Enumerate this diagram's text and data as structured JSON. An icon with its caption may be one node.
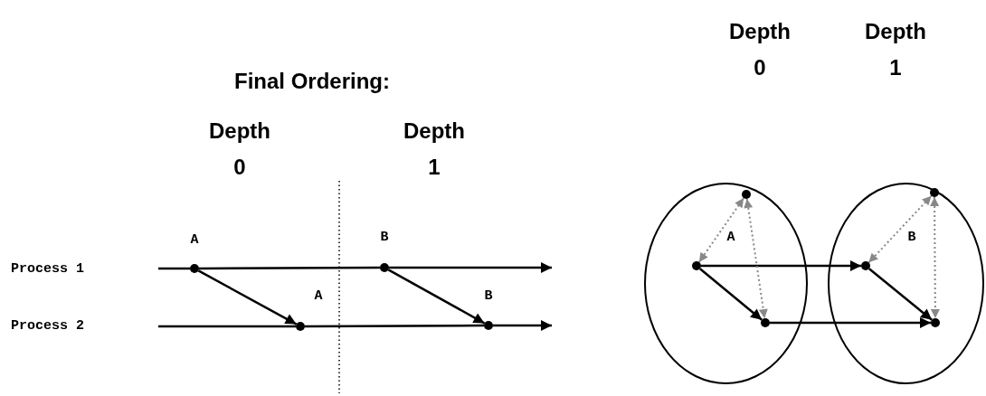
{
  "diagram": {
    "nodes": [
      {
        "text": [],
        "shape": "circle",
        "beside": [
          "A"
        ]
      },
      {
        "text": [],
        "shape": "circle",
        "beside": [
          "B"
        ]
      },
      {
        "text": [],
        "shape": "circle",
        "beside": [
          "A"
        ]
      },
      {
        "text": [],
        "shape": "circle",
        "beside": [
          "B"
        ]
      },
      {
        "text": [
          "A"
        ]
      },
      {
        "text": [
          "B"
        ]
      },
      {
        "text": [],
        "shape": "circle",
        "in": 4
      },
      {
        "text": [],
        "shape": "circle",
        "in": 4
      },
      {
        "text": [],
        "shape": "circle",
        "in": 4
      },
      {
        "text": [],
        "shape": "circle",
        "in": 5
      },
      {
        "text": [],
        "shape": "circle",
        "in": 5
      },
      {
        "text": [],
        "shape": "circle",
        "in": 5
      }
    ],
    "edges": [
      {
        "from": null,
        "to": 0,
        "arrow": "none"
      },
      {
        "from": 0,
        "to": 1,
        "arrow": "none"
      },
      {
        "from": 1,
        "to": null,
        "arrow": "to"
      },
      {
        "from": null,
        "to": 2,
        "arrow": "none"
      },
      {
        "from": 2,
        "to": 3,
        "arrow": "none"
      },
      {
        "from": 3,
        "to": null,
        "arrow": "to"
      },
      {
        "from": 0,
        "to": 2,
        "arrow": "to"
      },
      {
        "from": 1,
        "to": 3,
        "arrow": "to"
      },
      {
        "from": 6,
        "to": 9,
        "arrow": "to"
      },
      {
        "from": 6,
        "to": 8,
        "arrow": "to"
      },
      {
        "from": 8,
        "to": 11,
        "arrow": "to"
      },
      {
        "from": 9,
        "to": 11,
        "arrow": "to"
      },
      {
        "from": 6,
        "to": 7,
        "arrow": "both",
        "style": "dashed",
        "color": "#888888"
      },
      {
        "from": 7,
        "to": 8,
        "arrow": "both",
        "style": "dashed",
        "color": "#888888"
      },
      {
        "from": 9,
        "to": 10,
        "arrow": "both",
        "style": "dashed",
        "color": "#888888"
      },
      {
        "from": 10,
        "to": 11,
        "arrow": "both",
        "style": "dashed",
        "color": "#888888"
      }
    ],
    "labels": [
      "Final Ordering:",
      "Depth 0",
      "Depth 1",
      "Process 1",
      "Process 2",
      "Depth 0",
      "Depth 1"
    ]
  }
}
